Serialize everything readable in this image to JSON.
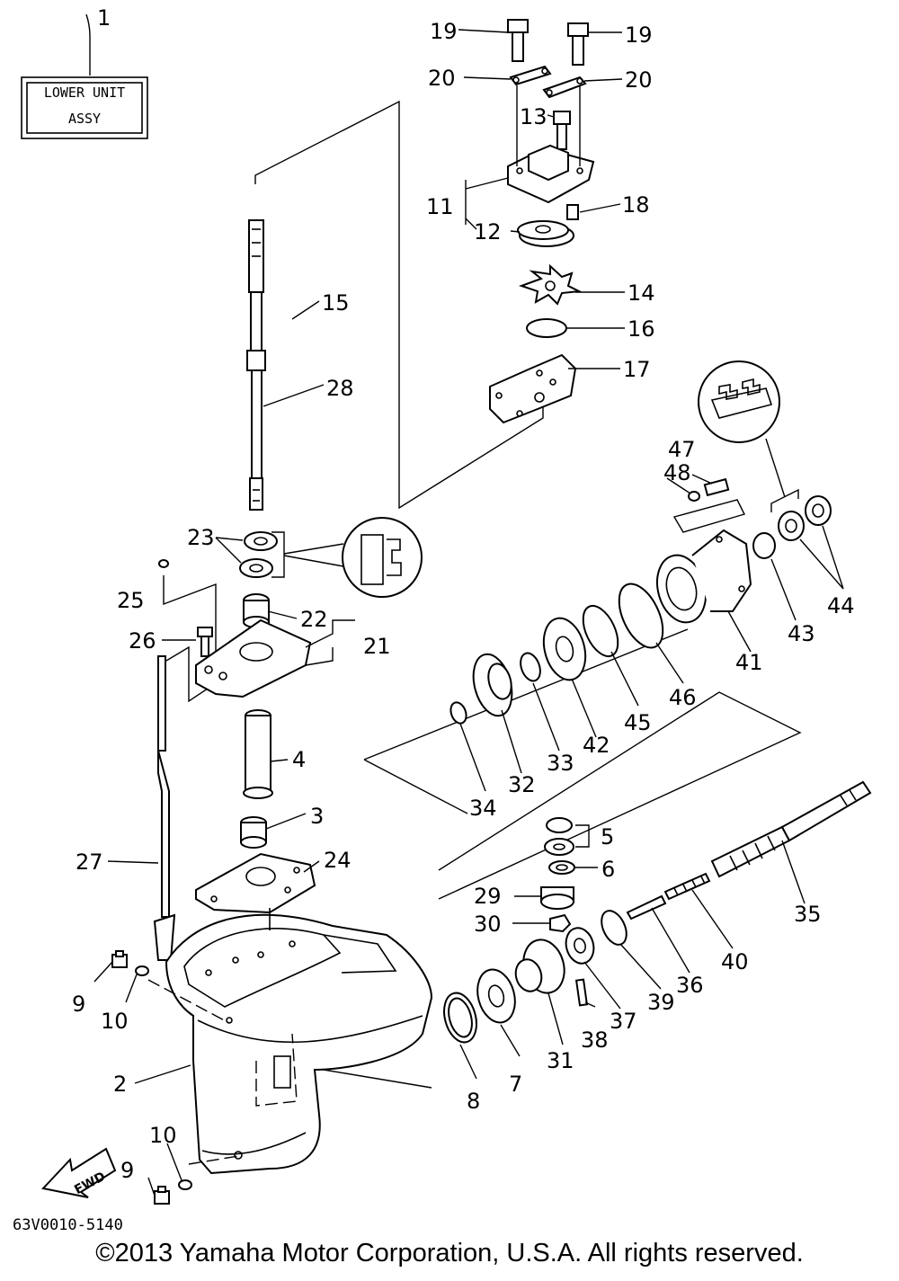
{
  "box_label": {
    "line1": "LOWER UNIT",
    "line2": "ASSY",
    "number": "1"
  },
  "fwd_label": "FWD",
  "diagram_code": "63V0010-5140",
  "copyright": "©2013 Yamaha Motor Corporation, U.S.A. All rights reserved.",
  "callouts": {
    "n2": "2",
    "n3": "3",
    "n4": "4",
    "n5": "5",
    "n6": "6",
    "n7": "7",
    "n8": "8",
    "n9": "9",
    "n10": "10",
    "n11": "11",
    "n12": "12",
    "n13": "13",
    "n14": "14",
    "n15": "15",
    "n16": "16",
    "n17": "17",
    "n18": "18",
    "n19": "19",
    "n20": "20",
    "n21": "21",
    "n22": "22",
    "n23": "23",
    "n24": "24",
    "n25": "25",
    "n26": "26",
    "n27": "27",
    "n28": "28",
    "n29": "29",
    "n30": "30",
    "n31": "31",
    "n32": "32",
    "n33": "33",
    "n34": "34",
    "n35": "35",
    "n36": "36",
    "n37": "37",
    "n38": "38",
    "n39": "39",
    "n40": "40",
    "n41": "41",
    "n42": "42",
    "n43": "43",
    "n44": "44",
    "n45": "45",
    "n46": "46",
    "n47": "47",
    "n48": "48"
  }
}
